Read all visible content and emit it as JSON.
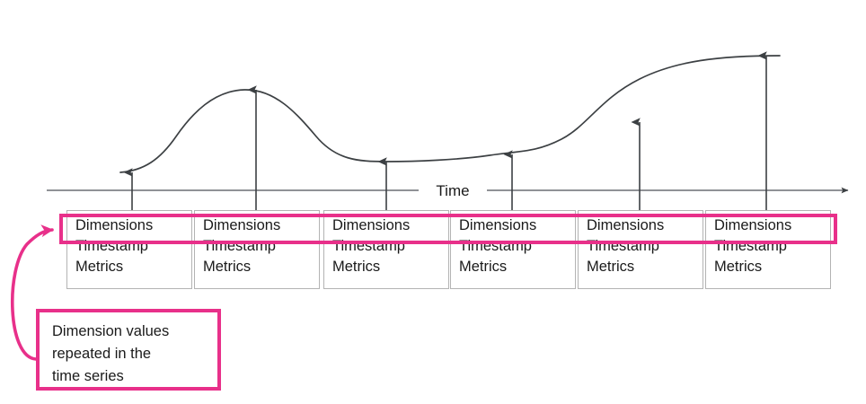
{
  "chart_label": "Time",
  "records": [
    {
      "dimensions": "Dimensions",
      "timestamp": "Timestamp",
      "metrics": "Metrics"
    },
    {
      "dimensions": "Dimensions",
      "timestamp": "Timestamp",
      "metrics": "Metrics"
    },
    {
      "dimensions": "Dimensions",
      "timestamp": "Timestamp",
      "metrics": "Metrics"
    },
    {
      "dimensions": "Dimensions",
      "timestamp": "Timestamp",
      "metrics": "Metrics"
    },
    {
      "dimensions": "Dimensions",
      "timestamp": "Timestamp",
      "metrics": "Metrics"
    },
    {
      "dimensions": "Dimensions",
      "timestamp": "Timestamp",
      "metrics": "Metrics"
    }
  ],
  "callout": {
    "line1": "Dimension values",
    "line2": "repeated in the",
    "line3": "time series"
  },
  "colors": {
    "accent": "#e8308a",
    "curve": "#3c4043",
    "axis": "#6b6f73",
    "box_border": "#b3b3b3",
    "text": "#1a1a1a"
  },
  "chart_data": {
    "type": "line",
    "title": "",
    "xlabel": "Time",
    "ylabel": "",
    "grid": false,
    "legend": null,
    "x": [
      147,
      285,
      430,
      570,
      712,
      853
    ],
    "values": [
      192,
      100,
      180,
      172,
      136,
      62
    ],
    "point_labels": [
      "Dimensions",
      "Dimensions",
      "Dimensions",
      "Dimensions",
      "Dimensions",
      "Dimensions"
    ],
    "annotations": [
      "Dimension values repeated in the time series"
    ]
  }
}
